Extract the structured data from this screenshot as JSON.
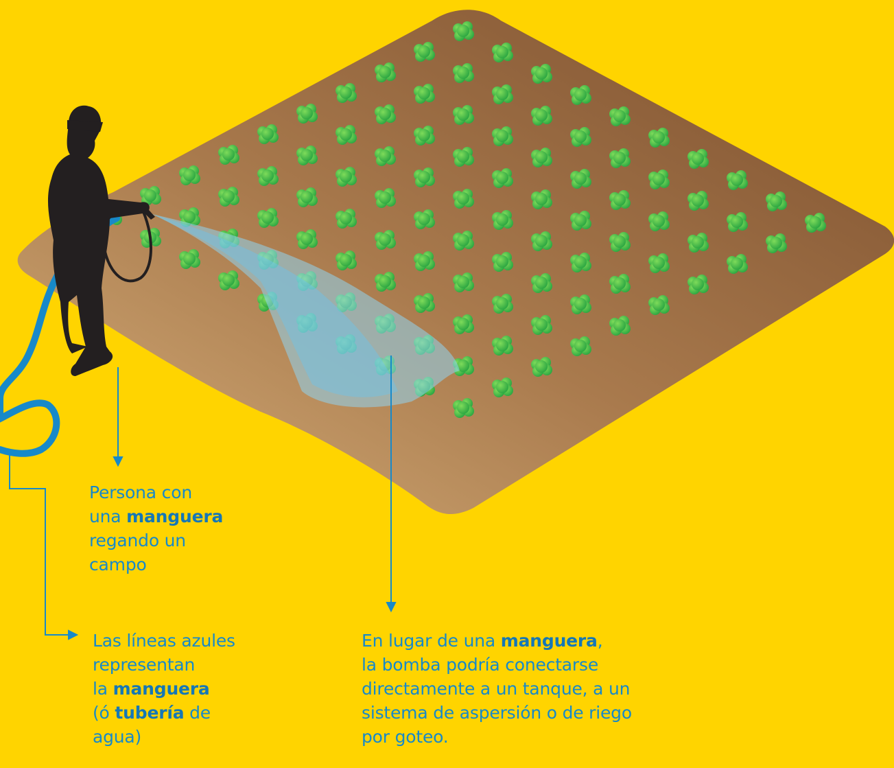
{
  "colors": {
    "background": "#FFD400",
    "accent_blue": "#1789C9",
    "soil_dark": "#8A5A35",
    "soil_light": "#C9A270",
    "plant_green": "#3CB44A",
    "silhouette": "#231F20",
    "water": "#8FD3F0"
  },
  "icons": [
    "person-silhouette-icon",
    "plant-icon",
    "hose-icon",
    "water-spray-icon"
  ],
  "captions": {
    "person": {
      "line1": "Persona con",
      "line2_pre": "una ",
      "line2_bold": "manguera",
      "line3": "regando un",
      "line4": "campo"
    },
    "lines": {
      "line1": "Las líneas azules",
      "line2": "representan",
      "line3_pre": "la ",
      "line3_bold": "manguera",
      "line4_pre": "(ó ",
      "line4_bold": "tubería",
      "line4_post": " de",
      "line5": "agua)"
    },
    "pump": {
      "line1_pre": "En lugar de una ",
      "line1_bold": "manguera",
      "line1_post": ",",
      "line2": "la bomba podría conectarse",
      "line3": "directamente a un tanque, a un",
      "line4": "sistema de aspersión o de riego",
      "line5": "por goteo."
    }
  }
}
